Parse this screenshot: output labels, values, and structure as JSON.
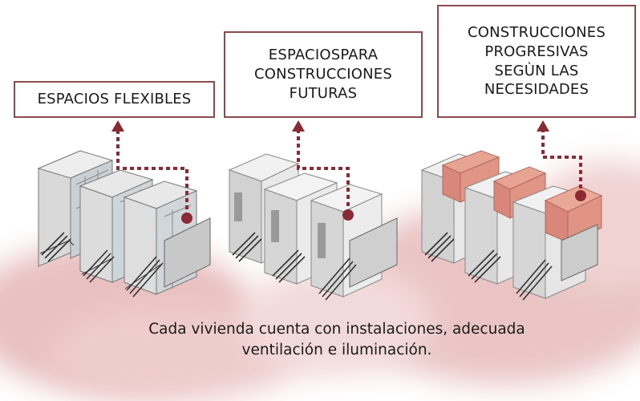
{
  "labels": {
    "flexible": "ESPACIOS FLEXIBLES",
    "future": "ESPACIOSPARA\nCONSTRUCCIONES\nFUTURAS",
    "progressive": "CONSTRUCCIONES\nPROGRESIVAS\nSEGÙN LAS\nNECESIDADES"
  },
  "caption": "Cada vivienda cuenta con instalaciones, adecuada\nventilación e iluminación.",
  "colors": {
    "accent": "#8a2a35",
    "box_border": "#8a4a4e",
    "highlight_volume": "#d98a78",
    "cloud": "#e6b3b3"
  }
}
